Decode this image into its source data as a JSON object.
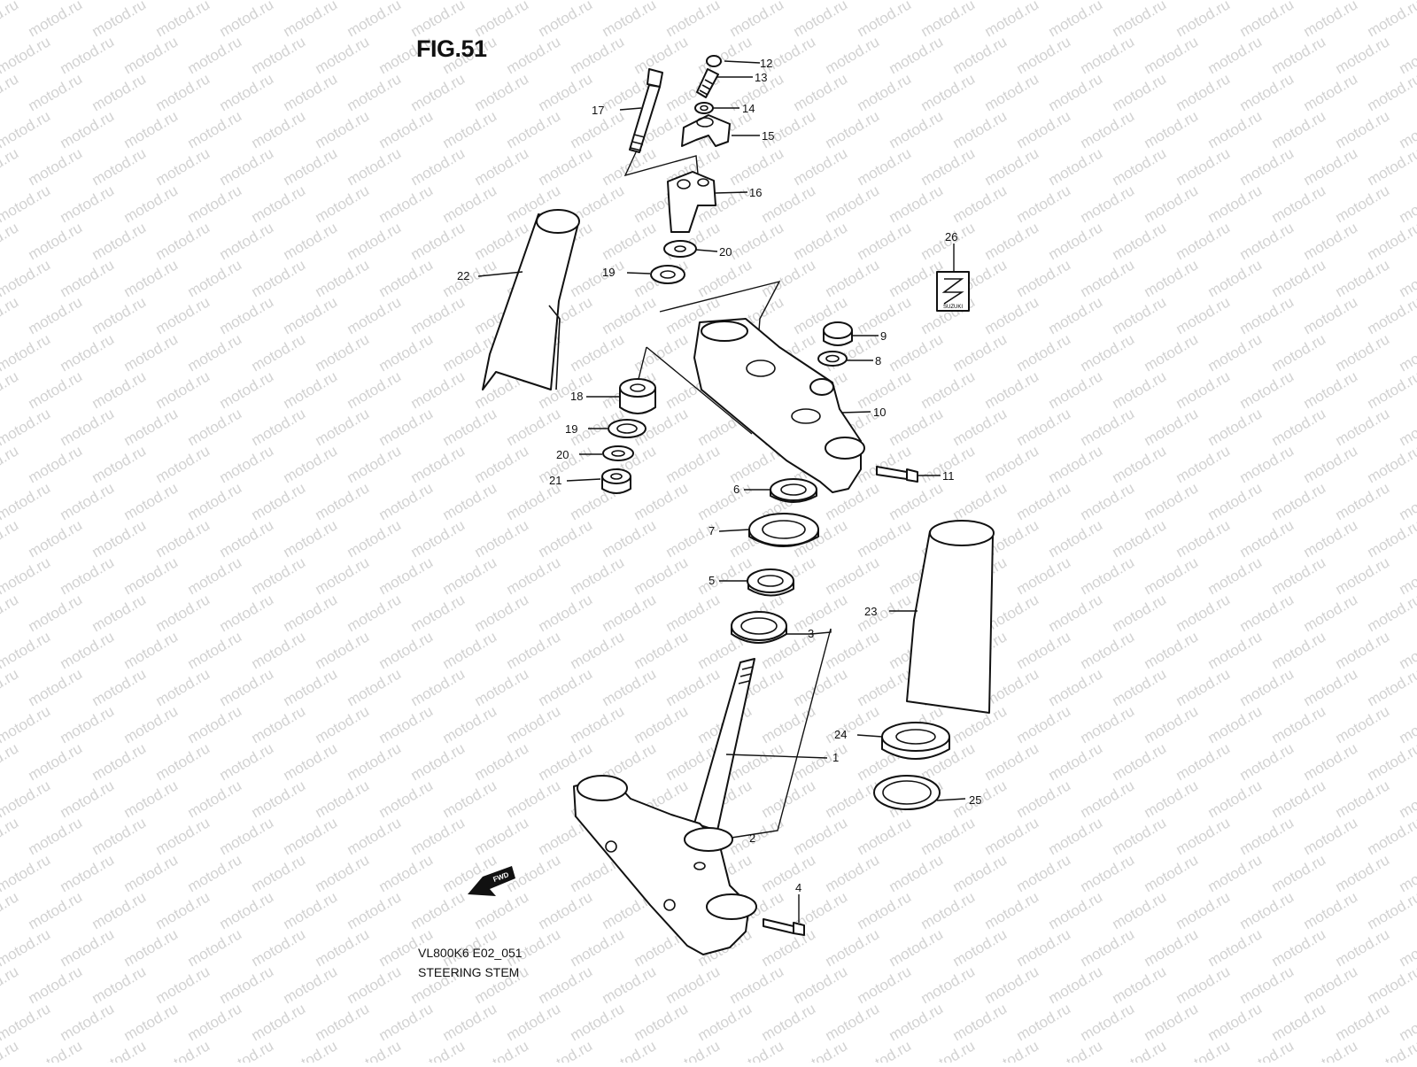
{
  "figure": {
    "title": "FIG.51",
    "code": "VL800K6 E02_051",
    "name": "STEERING STEM",
    "watermark": "motod.ru",
    "emblem_text": "SUZUKI",
    "fwd_label": "FWD"
  },
  "parts": [
    {
      "ref": "1"
    },
    {
      "ref": "2"
    },
    {
      "ref": "3"
    },
    {
      "ref": "4"
    },
    {
      "ref": "5"
    },
    {
      "ref": "6"
    },
    {
      "ref": "7"
    },
    {
      "ref": "8"
    },
    {
      "ref": "9"
    },
    {
      "ref": "10"
    },
    {
      "ref": "11"
    },
    {
      "ref": "12"
    },
    {
      "ref": "13"
    },
    {
      "ref": "14"
    },
    {
      "ref": "15"
    },
    {
      "ref": "16"
    },
    {
      "ref": "17"
    },
    {
      "ref": "18"
    },
    {
      "ref": "19"
    },
    {
      "ref": "19"
    },
    {
      "ref": "20"
    },
    {
      "ref": "20"
    },
    {
      "ref": "21"
    },
    {
      "ref": "22"
    },
    {
      "ref": "23"
    },
    {
      "ref": "24"
    },
    {
      "ref": "25"
    },
    {
      "ref": "26"
    }
  ],
  "colors": {
    "ink": "#111111",
    "watermark": "#d2d2d2",
    "paper": "#ffffff"
  }
}
